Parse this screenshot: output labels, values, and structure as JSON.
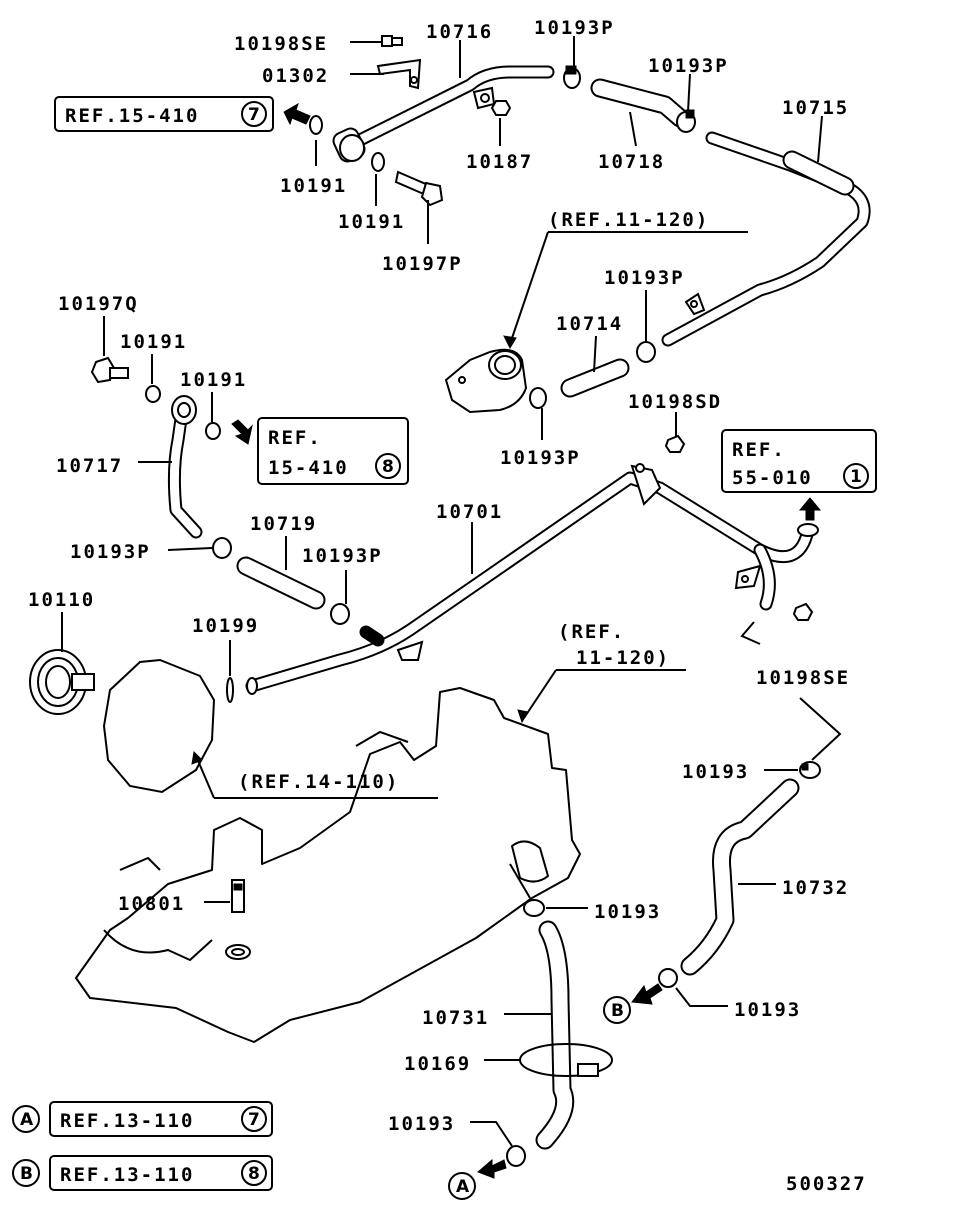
{
  "labels": {
    "p10198SE_top": "10198SE",
    "p01302": "01302",
    "p10716": "10716",
    "p10193P_a": "10193P",
    "p10193P_b": "10193P",
    "p10715": "10715",
    "p10191_a": "10191",
    "p10187": "10187",
    "p10718": "10718",
    "p10191_b": "10191",
    "p10197P": "10197P",
    "ref_11_120_top": "(REF.11-120)",
    "p10193P_c": "10193P",
    "p10714": "10714",
    "p10197Q": "10197Q",
    "p10191_c": "10191",
    "p10191_d": "10191",
    "p10198SD": "10198SD",
    "p10193P_d": "10193P",
    "p10717": "10717",
    "p10719": "10719",
    "p10701": "10701",
    "p10193P_e": "10193P",
    "p10193P_f": "10193P",
    "p10110": "10110",
    "p10199": "10199",
    "ref_11_120_mid_a": "(REF.",
    "ref_11_120_mid_b": "11-120)",
    "p10198SE_right": "10198SE",
    "ref_14_110": "(REF.14-110)",
    "p10193_a": "10193",
    "p10732": "10732",
    "p10801": "10801",
    "p10193_b": "10193",
    "p10193_c": "10193",
    "p10731": "10731",
    "p10169": "10169",
    "p10193_d": "10193",
    "code": "500327"
  },
  "ref_boxes": {
    "ref1": {
      "text": "REF.15-410",
      "num": "7"
    },
    "ref2": {
      "line1": "REF.",
      "line2": "15-410",
      "num": "8"
    },
    "ref3": {
      "line1": "REF.",
      "line2": "55-010",
      "num": "1"
    },
    "legendA": {
      "text": "REF.13-110",
      "num": "7"
    },
    "legendB": {
      "text": "REF.13-110",
      "num": "8"
    }
  },
  "markers": {
    "A": "A",
    "B": "B"
  }
}
